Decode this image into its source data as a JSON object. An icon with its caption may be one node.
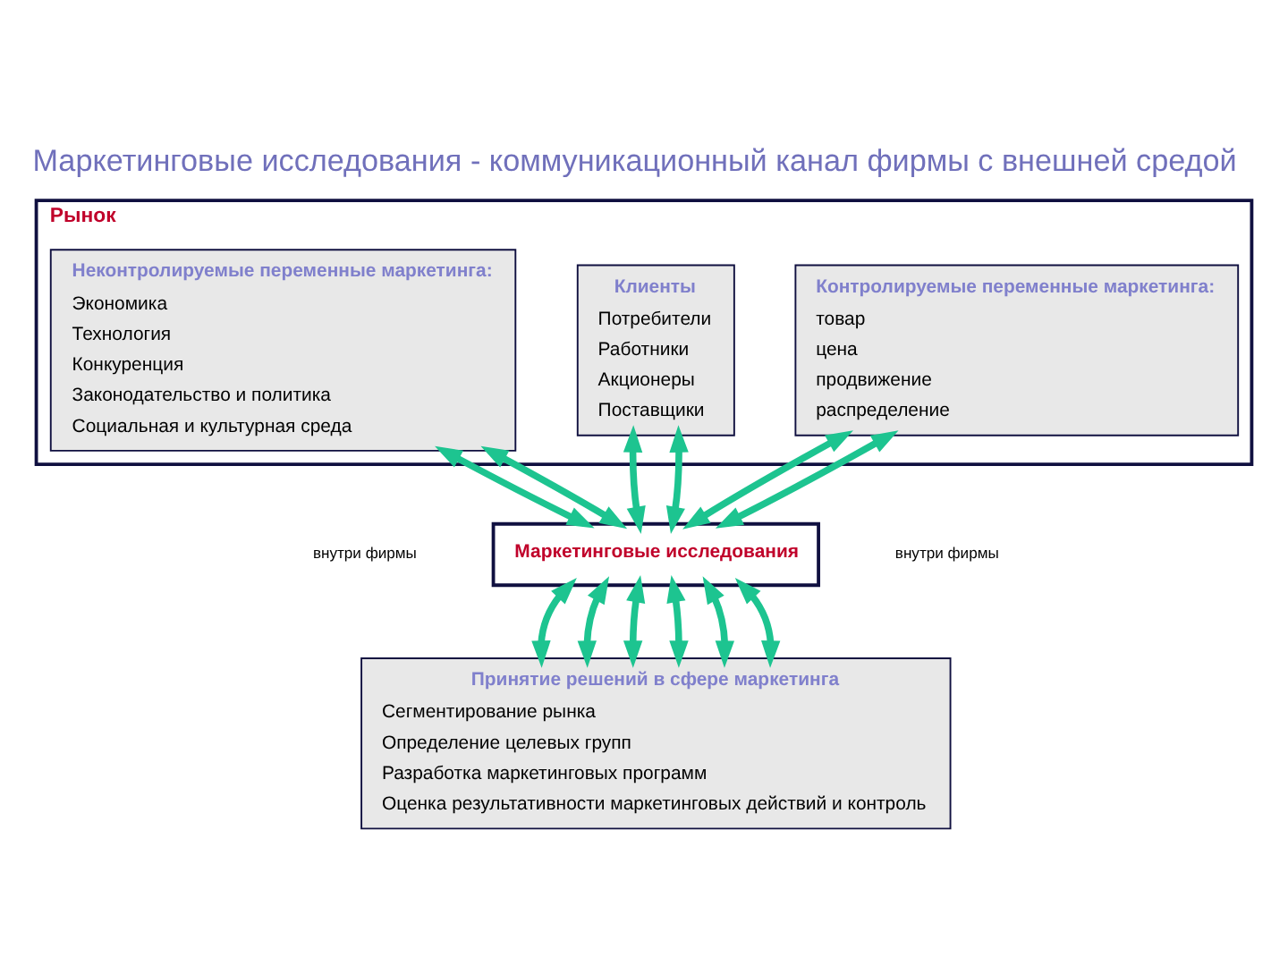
{
  "diagram": {
    "title": "Маркетинговые исследования - коммуникационный канал фирмы с внешней средой",
    "nodes": [
      {
        "text": [
          "Рынок"
        ]
      },
      {
        "text": [
          "Контролируемые переменные маркетинга:",
          "товар",
          "цена",
          "продвижение",
          "распределение"
        ],
        "in": 0
      },
      {
        "text": [
          "Клиенты",
          "Потребители",
          "Работники",
          "Акционеры",
          "Поставщики"
        ],
        "in": 0
      },
      {
        "text": [
          "Неконтролируемые переменные маркетинга:",
          "Экономика",
          "Технология",
          "Конкуренция",
          "Законодательство и политика",
          "Социальная и культурная среда"
        ],
        "in": 0
      },
      {
        "text": [
          "Маркетинговые исследования"
        ]
      },
      {
        "text": [
          "Принятие решений в сфере маркетинга",
          "Сегментирование рынка",
          "Определение целевых групп",
          "Разработка маркетинговых программ",
          "Оценка результативности маркетинговых действий и контроль"
        ]
      }
    ],
    "edges": [
      {
        "from": 1,
        "to": 4,
        "arrow": "both"
      },
      {
        "from": 1,
        "to": 4,
        "arrow": "both"
      },
      {
        "from": 2,
        "to": 4,
        "arrow": "both"
      },
      {
        "from": 2,
        "to": 4,
        "arrow": "both"
      },
      {
        "from": 3,
        "to": 4,
        "arrow": "both"
      },
      {
        "from": 3,
        "to": 4,
        "arrow": "both"
      },
      {
        "from": 4,
        "to": 5,
        "arrow": "both"
      },
      {
        "from": 4,
        "to": 5,
        "arrow": "both"
      },
      {
        "from": 4,
        "to": 5,
        "arrow": "both"
      },
      {
        "from": 4,
        "to": 5,
        "arrow": "both"
      },
      {
        "from": 4,
        "to": 5,
        "arrow": "both"
      },
      {
        "from": 4,
        "to": 5,
        "arrow": "both"
      }
    ],
    "labels": [
      "внутри фирмы",
      "внутри фирмы"
    ]
  }
}
